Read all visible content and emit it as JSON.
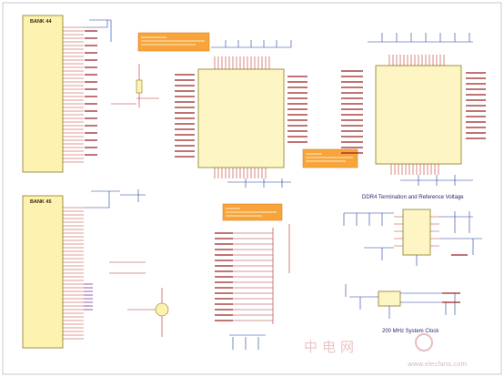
{
  "schematic": {
    "bank_44": {
      "title": "BANK 44"
    },
    "bank_45": {
      "title": "BANK 45"
    },
    "ddr4_termination": {
      "title": "DDR4 Termination and Reference Voltage"
    },
    "system_clock": {
      "title": "200 MHz System Clock"
    }
  },
  "watermark": {
    "glyphs": "中电网",
    "url": "www.elecfans.com"
  },
  "colors": {
    "component_fill": "#fdf2b0",
    "component_outline": "#8a7a20",
    "pin_wire": "#c0392b",
    "net_label": "#9a2020",
    "note_box": "#f7a53a",
    "bus_wire": "#7a2a8a",
    "title_text": "#2a2a6a"
  },
  "icons": {
    "transistor": "npn-transistor-symbol",
    "ground": "ground-symbol",
    "capacitor": "capacitor-symbol",
    "resistor": "resistor-symbol"
  }
}
